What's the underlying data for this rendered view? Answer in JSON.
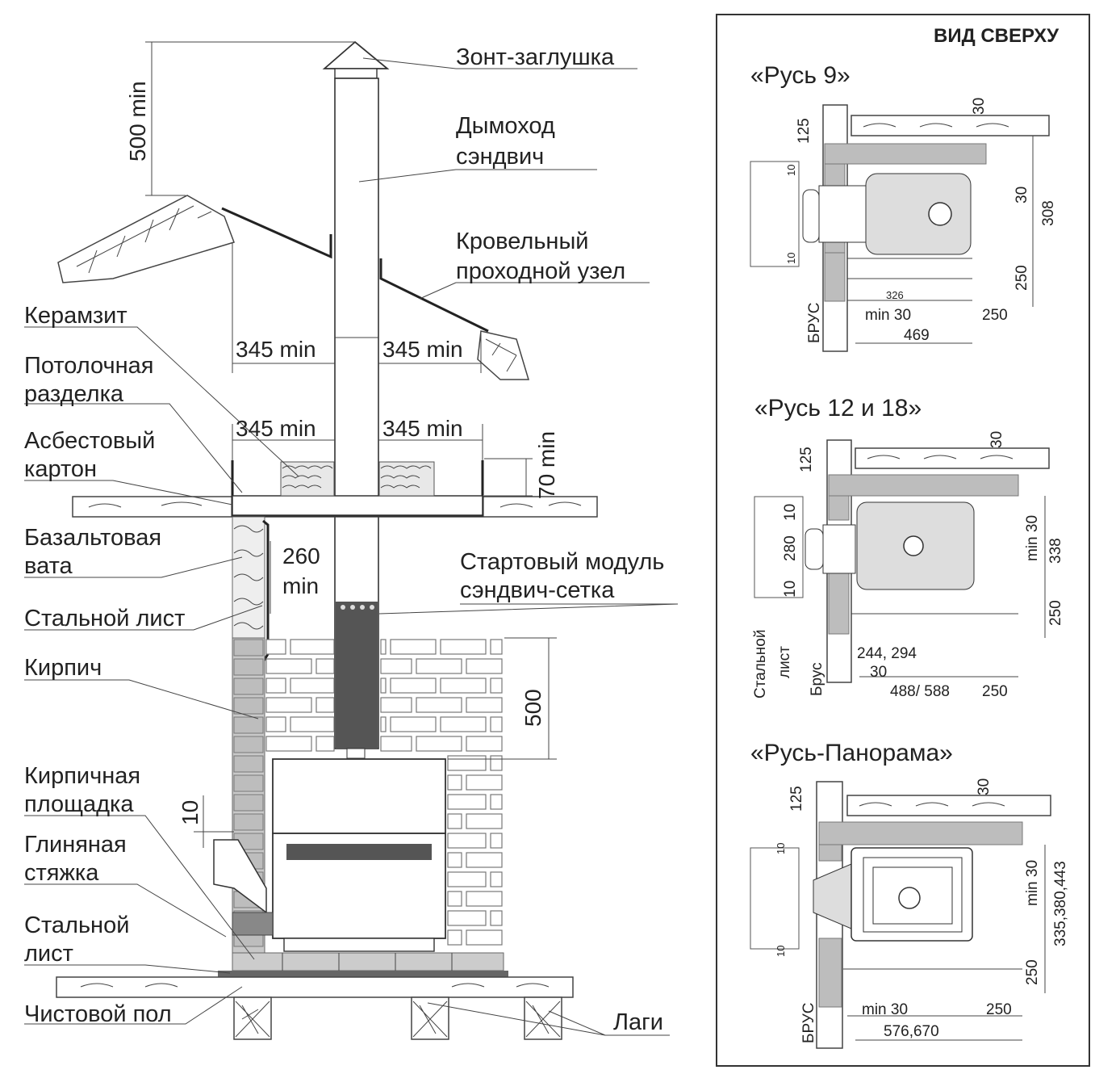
{
  "labels": {
    "umbrella": "Зонт-заглушка",
    "chimney_1": "Дымоход",
    "chimney_2": "сэндвич",
    "roof_node_1": "Кровельный",
    "roof_node_2": "проходной узел",
    "keramzit": "Керамзит",
    "ceiling_cut_1": "Потолочная",
    "ceiling_cut_2": "разделка",
    "asbestos_1": "Асбестовый",
    "asbestos_2": "картон",
    "basalt_1": "Базальтовая",
    "basalt_2": "вата",
    "steel_sheet": "Стальной лист",
    "brick": "Кирпич",
    "start_module_1": "Стартовый модуль",
    "start_module_2": "сэндвич-сетка",
    "brick_pad_1": "Кирпичная",
    "brick_pad_2": "площадка",
    "clay_screed_1": "Глиняная",
    "clay_screed_2": "стяжка",
    "steel_sheet2_1": "Стальной",
    "steel_sheet2_2": "лист",
    "finish_floor": "Чистовой пол",
    "joists": "Лаги"
  },
  "dims": {
    "roof_height": "500 min",
    "roof_left": "345 min",
    "roof_right": "345 min",
    "ceil_left": "345 min",
    "ceil_right": "345 min",
    "ceil_height": "70 min",
    "wall_gap_1": "260",
    "wall_gap_2": "min",
    "above_stove": "500",
    "base_gap": "10"
  },
  "top_view": {
    "header": "ВИД СВЕРХУ",
    "rus9": {
      "title": "«Русь 9»",
      "d30": "30",
      "d125": "125",
      "d10a": "10",
      "d10b": "10",
      "d308": "308",
      "d250": "250",
      "d326": "326",
      "dmin30": "min 30",
      "d250b": "250",
      "d469": "469",
      "brus": "БРУС",
      "d30b": "30"
    },
    "rus12": {
      "title": "«Русь 12 и 18»",
      "d30": "30",
      "d125": "125",
      "d10a": "10",
      "d280": "280",
      "d10b": "10",
      "dmin30": "min 30",
      "d338": "338",
      "d250": "250",
      "d244": "244, 294",
      "d30b": "30",
      "d488": "488/ 588",
      "d250b": "250",
      "steel_1": "Стальной",
      "steel_2": "лист",
      "brus": "Брус"
    },
    "panorama": {
      "title": "«Русь-Панорама»",
      "d30": "30",
      "d125": "125",
      "d10a": "10",
      "d10b": "10",
      "dmin30": "min 30",
      "d335": "335,380,443",
      "d250": "250",
      "dmin30b": "min 30",
      "d250b": "250",
      "d576": "576,670",
      "brus": "БРУС"
    }
  }
}
